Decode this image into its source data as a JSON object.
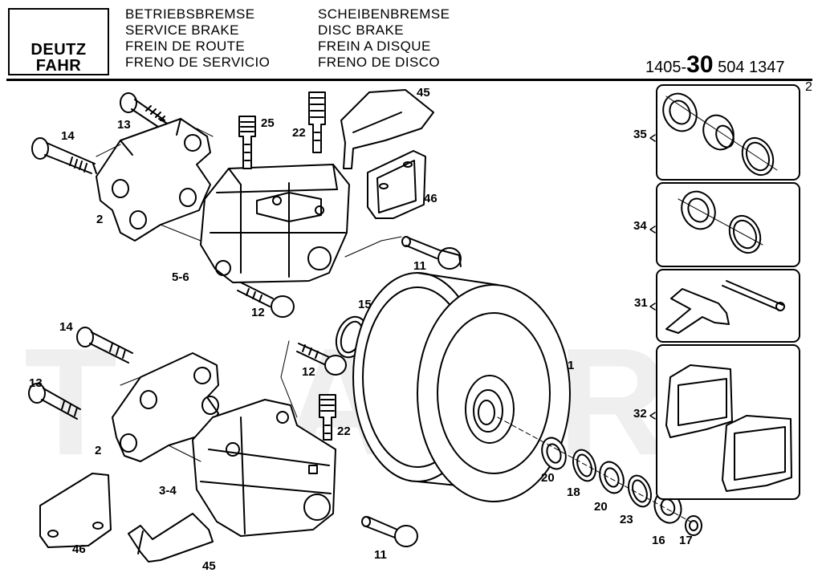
{
  "logo": {
    "line1": "DEUTZ",
    "line2": "FAHR"
  },
  "header": {
    "col1": [
      "BETRIEBSBREMSE",
      "SERVICE BRAKE",
      "FREIN DE ROUTE",
      "FRENO DE SERVICIO"
    ],
    "col2": [
      "SCHEIBENBREMSE",
      "DISC BRAKE",
      "FREIN A DISQUE",
      "FRENO DE DISCO"
    ],
    "part_prefix": "1405-",
    "part_group": "30",
    "part_suffix": " 504 1347",
    "page": "2"
  },
  "callouts": {
    "c13a": "13",
    "c25": "25",
    "c22a": "22",
    "c45a": "45",
    "c14a": "14",
    "c46a": "46",
    "c2a": "2",
    "c56": "5-6",
    "c11a": "11",
    "c12a": "12",
    "c15": "15",
    "c14b": "14",
    "c12b": "12",
    "c1": "1",
    "c13b": "13",
    "c22b": "22",
    "c2b": "2",
    "c34": "3-4",
    "c46b": "46",
    "c45b": "45",
    "c11b": "11",
    "c20a": "20",
    "c18": "18",
    "c20b": "20",
    "c23": "23",
    "c16": "16",
    "c17": "17",
    "c35": "35",
    "c34k": "34",
    "c31": "31",
    "c32": "32"
  },
  "watermark": "T A R E T"
}
